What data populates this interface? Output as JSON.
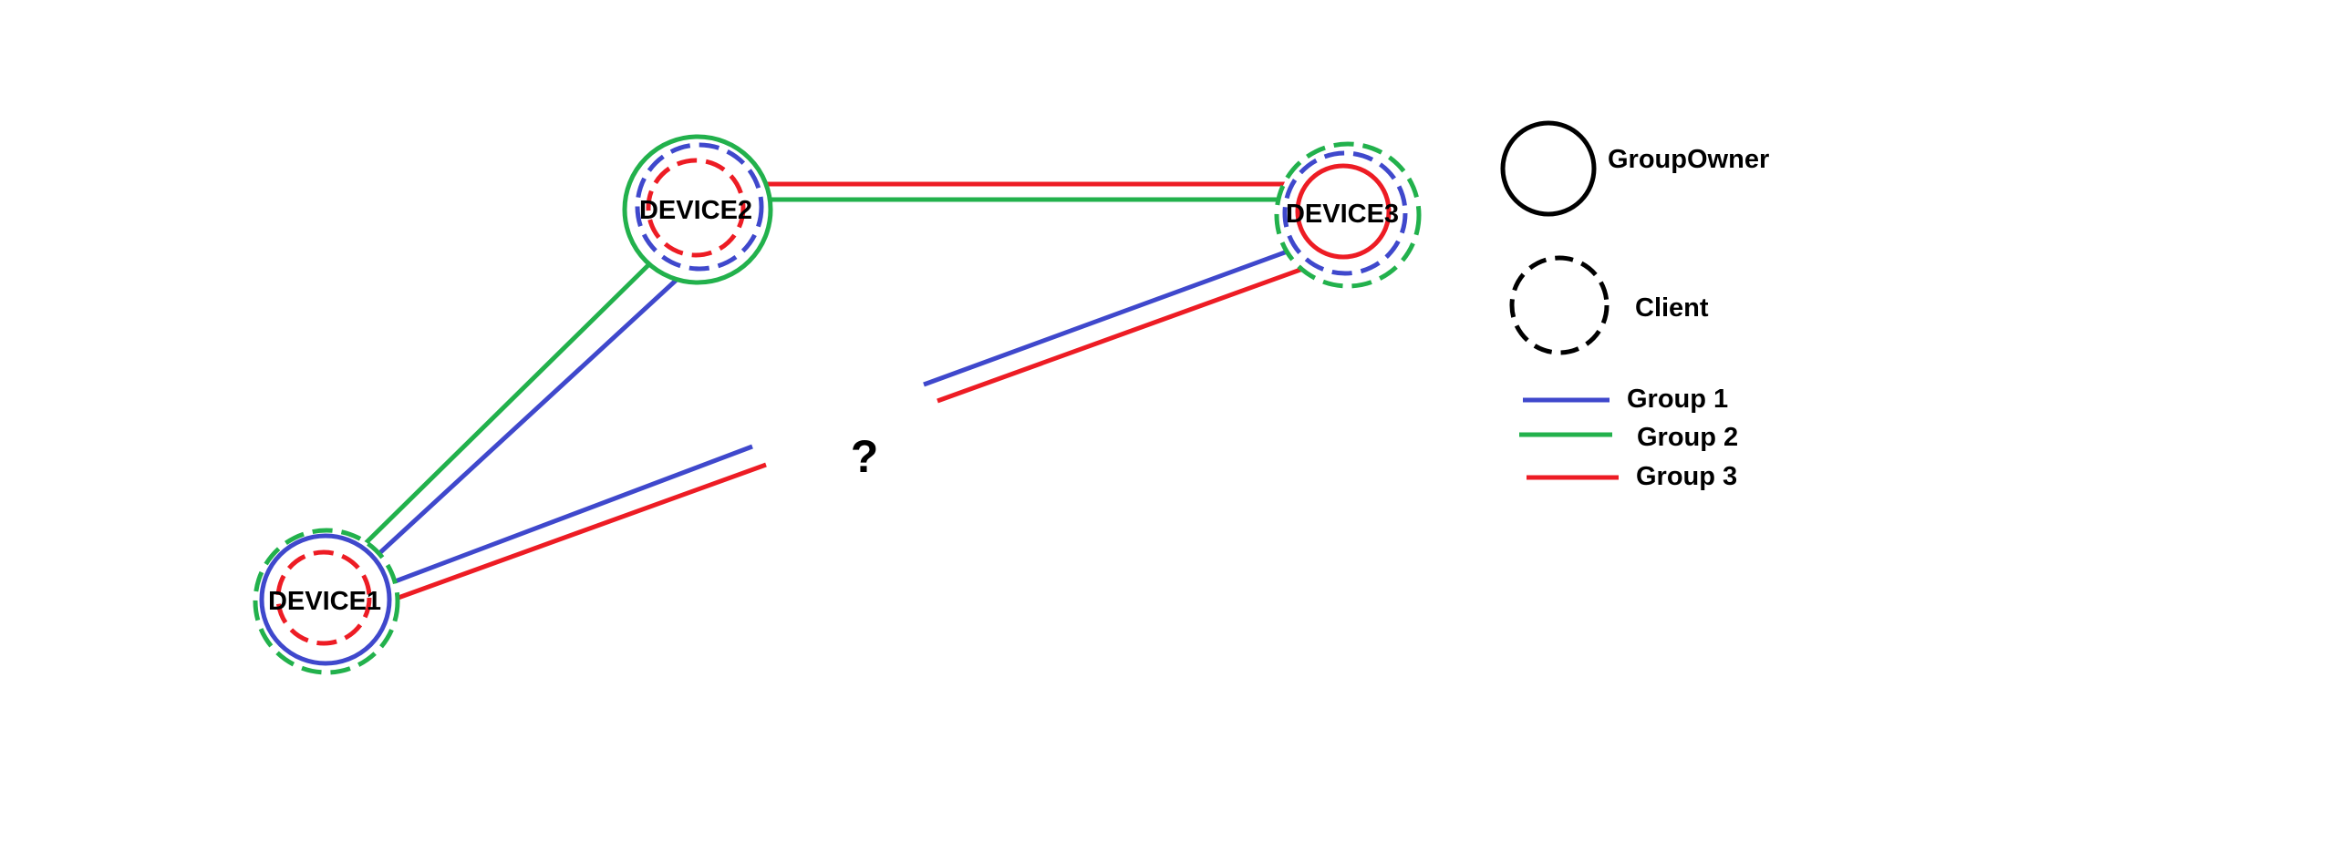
{
  "colors": {
    "group1": "#3f48cc",
    "group2": "#22b14c",
    "group3": "#ed1c24",
    "black": "#000000",
    "background": "#ffffff"
  },
  "nodes": {
    "device1": {
      "label": "DEVICE1"
    },
    "device2": {
      "label": "DEVICE2"
    },
    "device3": {
      "label": "DEVICE3"
    }
  },
  "unknown_link": {
    "label": "?"
  },
  "legend": {
    "group_owner": {
      "label": "GroupOwner",
      "style": "solid circle"
    },
    "client": {
      "label": "Client",
      "style": "dashed circle"
    },
    "groups": [
      {
        "label": "Group 1",
        "color": "#3f48cc"
      },
      {
        "label": "Group 2",
        "color": "#22b14c"
      },
      {
        "label": "Group 3",
        "color": "#ed1c24"
      }
    ]
  }
}
